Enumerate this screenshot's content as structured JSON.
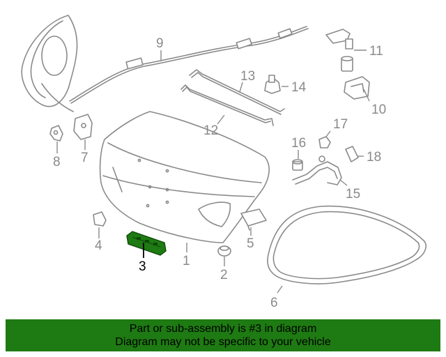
{
  "callouts": {
    "c1": "1",
    "c2": "2",
    "c3": "3",
    "c4": "4",
    "c5": "5",
    "c6": "6",
    "c7": "7",
    "c8": "8",
    "c9": "9",
    "c10": "10",
    "c11": "11",
    "c12": "12",
    "c13": "13",
    "c14": "14",
    "c15": "15",
    "c16": "16",
    "c17": "17",
    "c18": "18"
  },
  "highlighted_part": "3",
  "colors": {
    "highlight": "#1e7a12",
    "banner": "#1e7a12",
    "line": "#8a8a8a"
  },
  "banner": {
    "line1": "Part or sub-assembly is #3 in diagram",
    "line2": "Diagram may not be specific to your vehicle"
  }
}
